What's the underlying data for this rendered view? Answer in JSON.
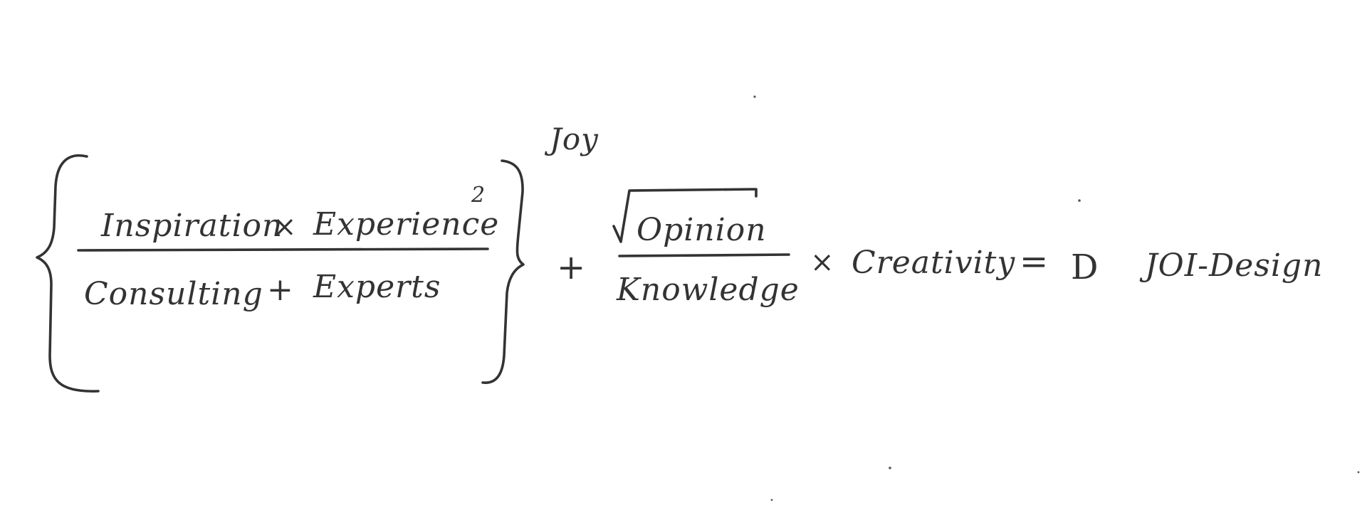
{
  "formula": {
    "numerator_left": "Inspiration",
    "numerator_operator": "×",
    "numerator_right": "Experience",
    "numerator_exponent": "2",
    "denominator_left": "Consulting",
    "denominator_operator": "+",
    "denominator_right": "Experts",
    "outer_exponent": "Joy",
    "plus_operator": "+",
    "root_term": "Opinion",
    "second_denominator": "Knowledge",
    "times_operator": "×",
    "multiplier": "Creativity",
    "equals_operator": "=",
    "result_symbol": "D",
    "result_label": "JOI-Design"
  },
  "colors": {
    "ink": "#333333",
    "paper": "#ffffff"
  }
}
